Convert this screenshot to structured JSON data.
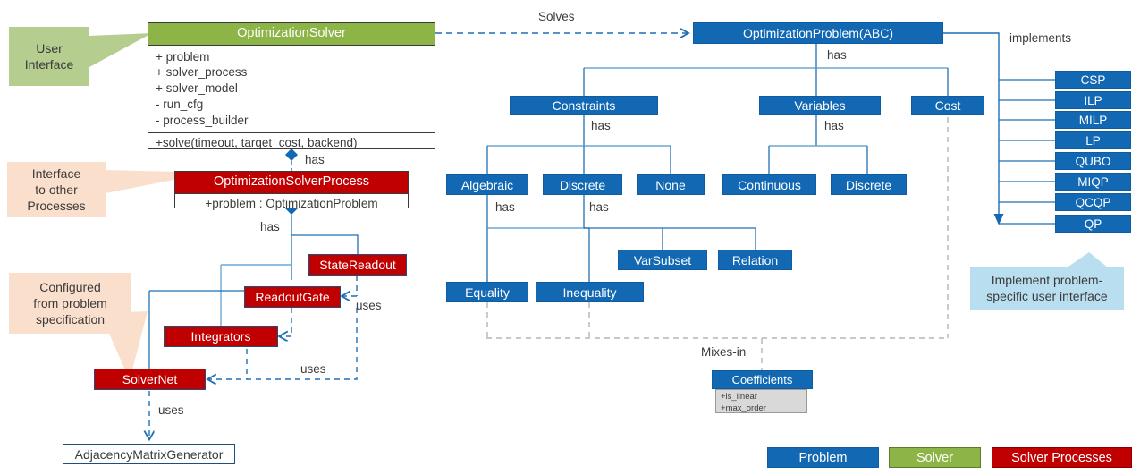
{
  "diagram": {
    "title": "OptimizationSolver architecture class diagram",
    "colors": {
      "problem_blue": "#1268b3",
      "solver_green": "#8cb447",
      "process_red": "#c00000",
      "callout_green": "#b5cd8e",
      "callout_peach": "#fbdfcd",
      "callout_blue": "#b9deef",
      "line_blue": "#1f6fb5",
      "line_gray": "#aaaaaa"
    }
  },
  "solver_class": {
    "name": "OptimizationSolver",
    "attributes": [
      "+ problem",
      "+ solver_process",
      "+ solver_model",
      "- run_cfg",
      "- process_builder"
    ],
    "methods": [
      "+solve(timeout, target_cost, backend)"
    ]
  },
  "solver_process_class": {
    "name": "OptimizationSolverProcess",
    "attributes": [
      "+problem : OptimizationProblem"
    ]
  },
  "process_nodes": [
    {
      "label": "StateReadout"
    },
    {
      "label": "ReadoutGate"
    },
    {
      "label": "Integrators"
    },
    {
      "label": "SolverNet"
    }
  ],
  "helper_nodes": [
    {
      "label": "AdjacencyMatrixGenerator"
    }
  ],
  "problem_root": {
    "label": "OptimizationProblem(ABC)"
  },
  "problem_tree": {
    "level1": [
      {
        "label": "Constraints"
      },
      {
        "label": "Variables"
      },
      {
        "label": "Cost"
      }
    ],
    "constraints_children": [
      {
        "label": "Algebraic"
      },
      {
        "label": "Discrete"
      },
      {
        "label": "None"
      }
    ],
    "variables_children": [
      {
        "label": "Continuous"
      },
      {
        "label": "Discrete"
      }
    ],
    "algebraic_children": [
      {
        "label": "Equality"
      },
      {
        "label": "Inequality"
      }
    ],
    "discrete_children": [
      {
        "label": "VarSubset"
      },
      {
        "label": "Relation"
      }
    ]
  },
  "coefficients": {
    "name": "Coefficients",
    "attributes": [
      "+is_linear",
      "+max_order"
    ]
  },
  "implementations": [
    {
      "label": "CSP"
    },
    {
      "label": "ILP"
    },
    {
      "label": "MILP"
    },
    {
      "label": "LP"
    },
    {
      "label": "QUBO"
    },
    {
      "label": "MIQP"
    },
    {
      "label": "QCQP"
    },
    {
      "label": "QP"
    }
  ],
  "edge_labels": {
    "solves": "Solves",
    "implements": "implements",
    "has_root": "has",
    "has_constraints": "has",
    "has_variables": "has",
    "has_algebraic": "has",
    "has_discrete": "has",
    "has_solver_process": "has",
    "has_process_children": "has",
    "mixes_in": "Mixes-in",
    "uses_statereadout": "uses",
    "uses_integrators": "uses",
    "uses_adjacency": "uses"
  },
  "callouts": {
    "user_interface": "User\nInterface",
    "user_interface_lines": [
      "User",
      "Interface"
    ],
    "interface_processes_lines": [
      "Interface",
      "to other",
      "Processes"
    ],
    "configured_lines": [
      "Configured",
      "from problem",
      "specification"
    ],
    "implement_ui_lines": [
      "Implement problem-",
      "specific user interface"
    ]
  },
  "legend": [
    {
      "label": "Problem",
      "color": "#1268b3"
    },
    {
      "label": "Solver",
      "color": "#8cb447"
    },
    {
      "label": "Solver Processes",
      "color": "#c00000"
    }
  ]
}
